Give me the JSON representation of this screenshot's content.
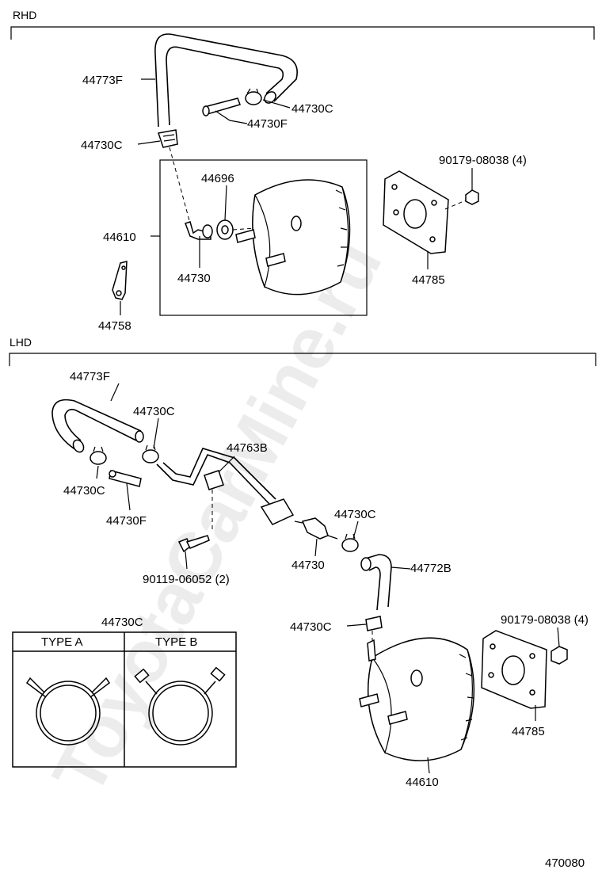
{
  "sections": {
    "rhd": "RHD",
    "lhd": "LHD"
  },
  "rhd_labels": {
    "hose": "44773F",
    "clip_top": "44730C",
    "union": "44730F",
    "clip_left": "44730C",
    "grommet": "44696",
    "booster": "44610",
    "check_valve": "44730",
    "nut": "90179-08038 (4)",
    "gasket": "44785",
    "bracket": "44758"
  },
  "lhd_labels": {
    "hose": "44773F",
    "clip_a": "44730C",
    "tube": "44763B",
    "clip_b": "44730C",
    "union": "44730F",
    "bolt": "90119-06052 (2)",
    "check_valve": "44730",
    "clip_c": "44730C",
    "hose2": "44772B",
    "clip_d": "44730C",
    "nut": "90179-08038 (4)",
    "gasket": "44785",
    "booster": "44610"
  },
  "clip_types": {
    "title": "44730C",
    "type_a": "TYPE  A",
    "type_b": "TYPE  B"
  },
  "footer_code": "470080",
  "watermark": "ToyotaCarMine.ru"
}
